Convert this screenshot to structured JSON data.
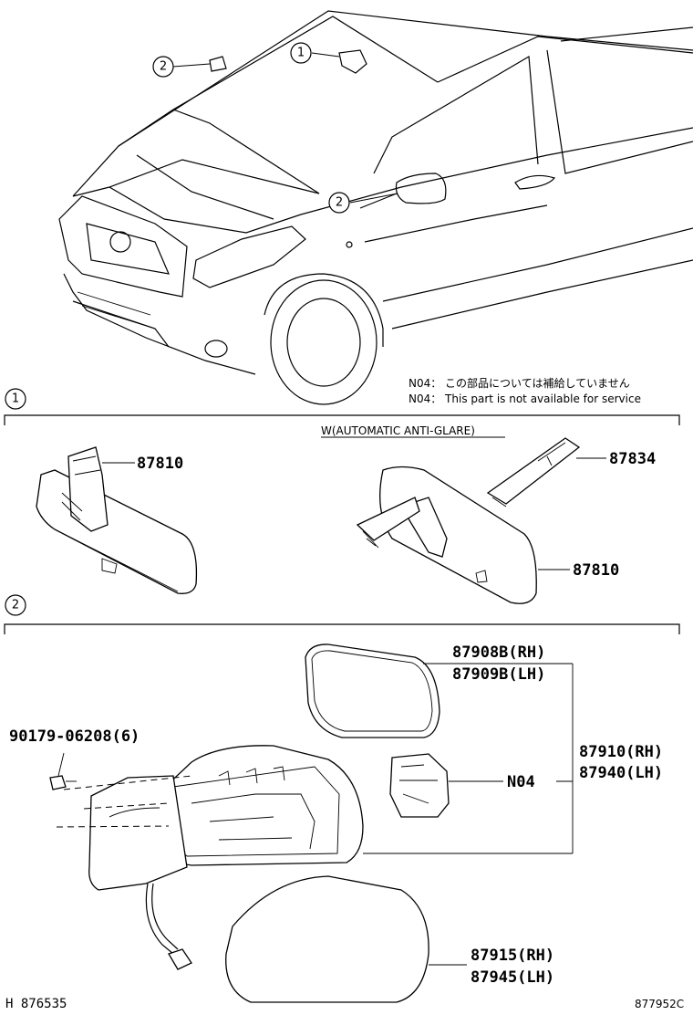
{
  "notes": {
    "n04_jp": "N04： この部品については補給していません",
    "n04_en": "N04： This part is not available for service"
  },
  "callouts": {
    "c1": "1",
    "c2": "2"
  },
  "section1": {
    "number": "1",
    "variant_label": "W(AUTOMATIC ANTI-GLARE)",
    "mirror_left_part": "87810",
    "mirror_right_part": "87810",
    "bracket_part": "87834"
  },
  "section2": {
    "number": "2",
    "glass_rh": "87908B(RH)",
    "glass_lh": "87909B(LH)",
    "screw": "90179-06208(6)",
    "assy_rh": "87910(RH)",
    "assy_lh": "87940(LH)",
    "motor_note": "N04",
    "cover_rh": "87915(RH)",
    "cover_lh": "87945(LH)"
  },
  "footer": {
    "left_code": "H 876535",
    "right_code": "877952C"
  }
}
